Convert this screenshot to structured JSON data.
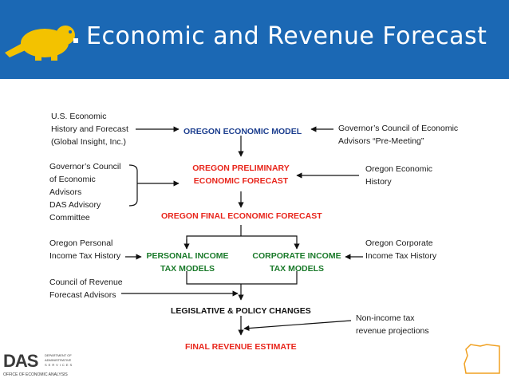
{
  "header": {
    "title": "Economic and Revenue Forecast",
    "background": "#1b68b4",
    "logo_icon": "beaver-icon"
  },
  "nodes": {
    "us_history": [
      "U.S. Economic",
      "History and Forecast",
      "(Global Insight, Inc.)"
    ],
    "oregon_model": "OREGON ECONOMIC MODEL",
    "gov_council_premeeting": [
      "Governor’s Council of Economic",
      "Advisors “Pre-Meeting”"
    ],
    "gov_council": [
      "Governor’s Council",
      "of Economic",
      "Advisors"
    ],
    "prelim_forecast": [
      "OREGON PRELIMINARY",
      "ECONOMIC FORECAST"
    ],
    "oregon_econ_history": [
      "Oregon Economic",
      "History"
    ],
    "das_committee": [
      "DAS Advisory",
      "Committee"
    ],
    "final_econ_forecast": "OREGON FINAL ECONOMIC FORECAST",
    "personal_history": [
      "Oregon Personal",
      "Income Tax History"
    ],
    "personal_models": [
      "PERSONAL INCOME",
      "TAX MODELS"
    ],
    "corporate_models": [
      "CORPORATE INCOME",
      "TAX MODELS"
    ],
    "corporate_history": [
      "Oregon Corporate",
      "Income Tax History"
    ],
    "revenue_council": [
      "Council of Revenue",
      "Forecast Advisors"
    ],
    "legislative": "LEGISLATIVE & POLICY CHANGES",
    "nonincome": [
      "Non-income tax",
      "revenue projections"
    ],
    "final_revenue": "FINAL REVENUE ESTIMATE"
  },
  "footer": {
    "das_logo": "DAS",
    "das_lines": [
      "DEPARTMENT OF",
      "ADMINISTRATIVE",
      "SERVICES"
    ],
    "office": "OFFICE OF ECONOMIC ANALYSIS",
    "map_icon": "oregon-map-icon"
  },
  "colors": {
    "blue": "#1d3f8f",
    "red": "#e8261c",
    "green": "#1a7a2a"
  }
}
